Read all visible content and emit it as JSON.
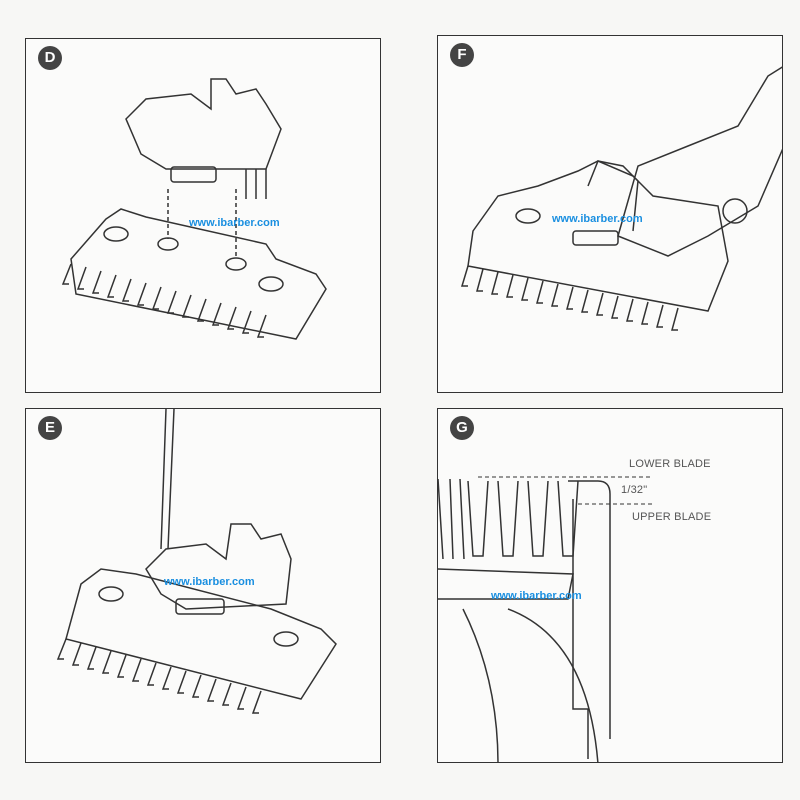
{
  "panels": {
    "d": {
      "badge": "D",
      "watermark": "www.ibarber.com"
    },
    "f": {
      "badge": "F",
      "watermark": "www.ibarber.com"
    },
    "e": {
      "badge": "E",
      "watermark": "www.ibarber.com"
    },
    "g": {
      "badge": "G",
      "watermark": "www.ibarber.com",
      "lower_blade": "LOWER BLADE",
      "gap": "1/32\"",
      "upper_blade": "UPPER BLADE"
    }
  },
  "colors": {
    "watermark": "#1a8fe0",
    "line": "#333333"
  }
}
